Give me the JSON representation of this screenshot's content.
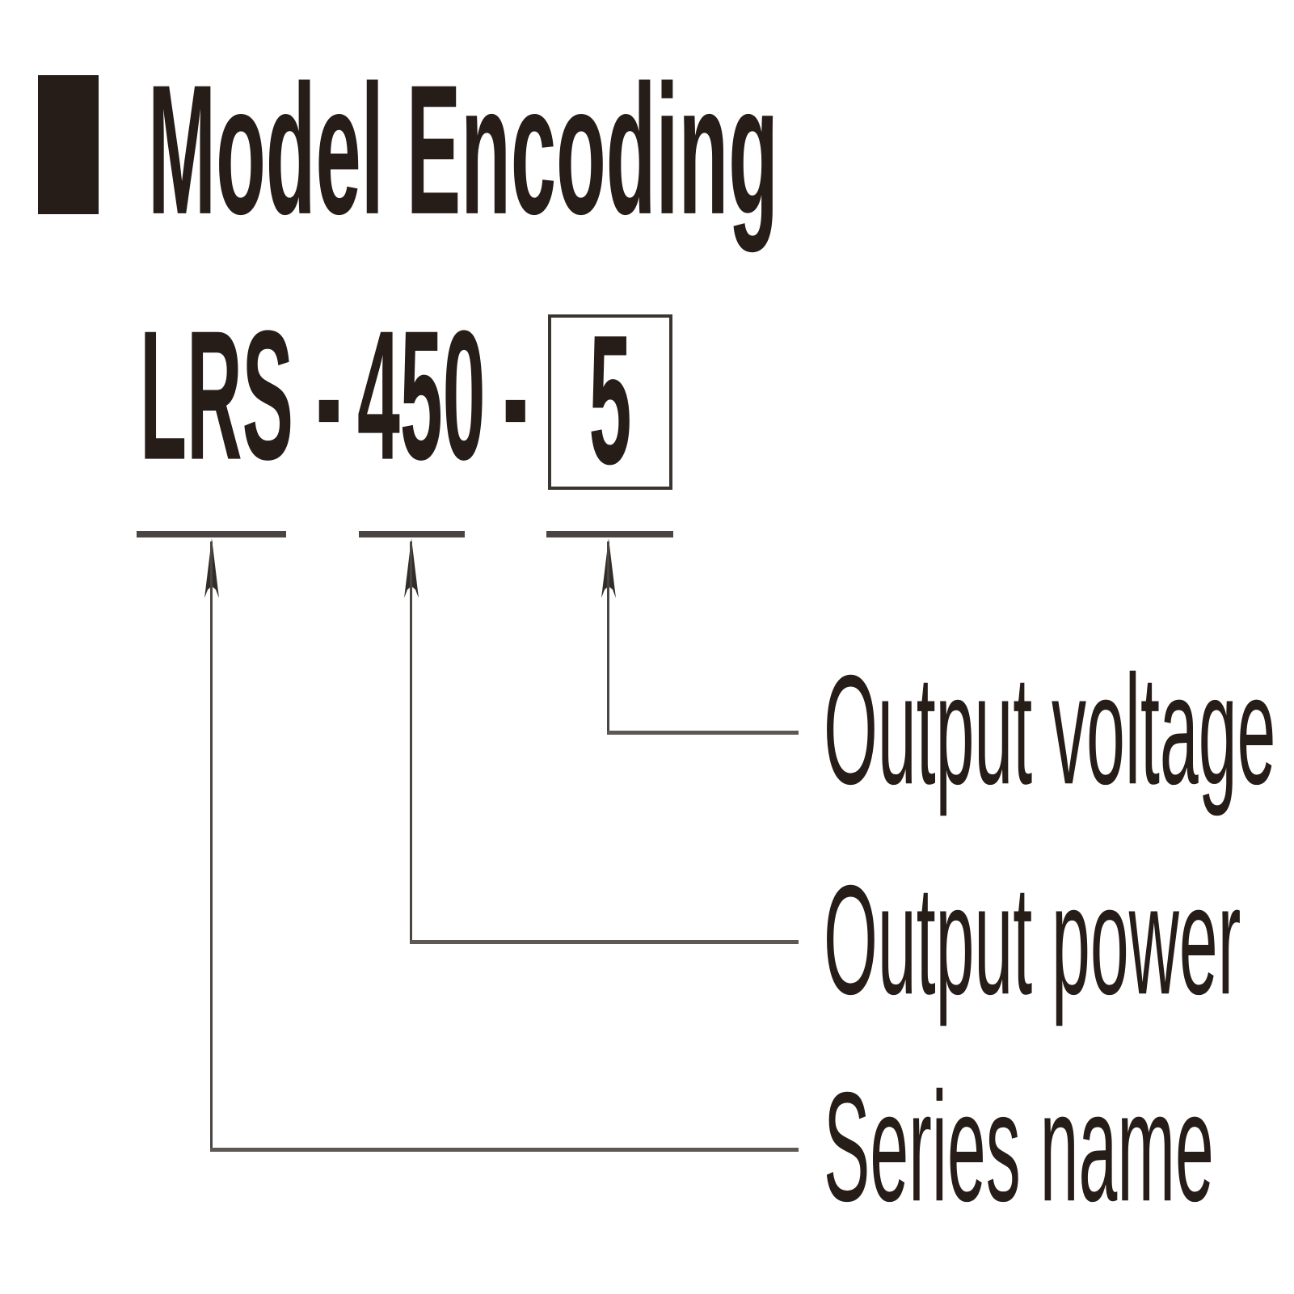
{
  "title": {
    "text": "Model Encoding"
  },
  "model": {
    "series_code": "LRS",
    "separator": "-",
    "power_code": "450",
    "voltage_code": "5"
  },
  "callouts": [
    {
      "id": "voltage",
      "label": "Output voltage"
    },
    {
      "id": "power",
      "label": "Output power"
    },
    {
      "id": "series",
      "label": "Series name"
    }
  ],
  "colors": {
    "ink": "#261c18",
    "underline": "#4a4542",
    "arrow": "#332d29",
    "connector_line": "#5d5853",
    "box_border": "#3b3530",
    "background": "#ffffff"
  }
}
